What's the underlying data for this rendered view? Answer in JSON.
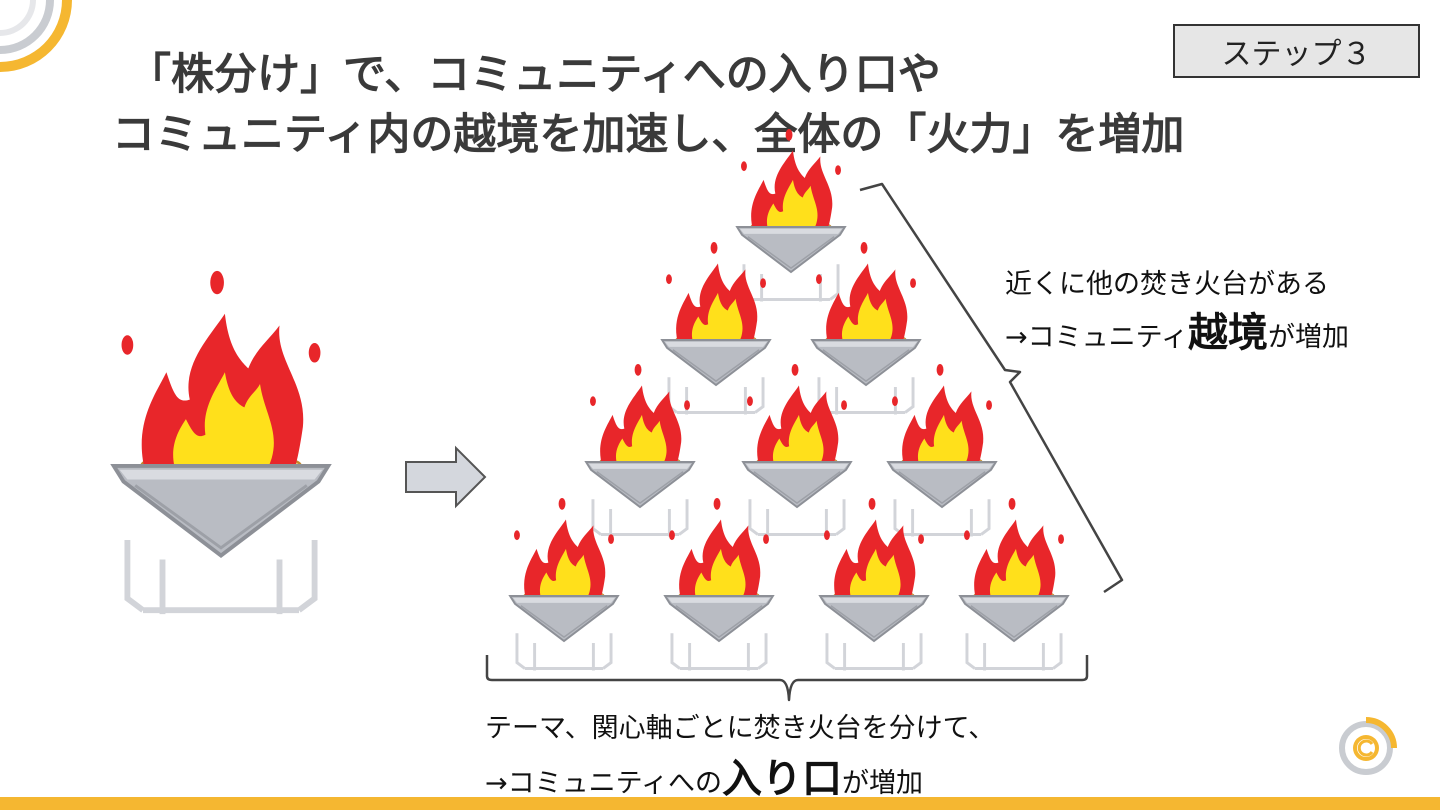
{
  "title": {
    "line1": "「株分け」で、コミュニティへの入り口や",
    "line2": "コミュニティ内の越境を加速し、全体の「火力」を増加"
  },
  "step_badge": "ステップ３",
  "notes": {
    "right_line1": "近くに他の焚き火台がある",
    "right_line2_prefix": "→コミュニティ",
    "right_line2_emphasis": "越境",
    "right_line2_suffix": "が増加",
    "bottom_line1": "テーマ、関心軸ごとに焚き火台を分けて、",
    "bottom_line2_prefix": "→コミュニティへの",
    "bottom_line2_emphasis": "入り口",
    "bottom_line2_suffix": "が増加"
  },
  "icons": {
    "bonfire": "bonfire-icon",
    "arrow": "right-arrow-icon",
    "brace_right": "right-brace-icon",
    "brace_bottom": "bottom-brace-icon",
    "logo": "company-logo-icon"
  },
  "colors": {
    "accent": "#f5b731",
    "flame_outer": "#e8262a",
    "flame_inner": "#ffe01b",
    "brazier": "#b9bcc3",
    "arrow_fill": "#d4d7dd"
  }
}
